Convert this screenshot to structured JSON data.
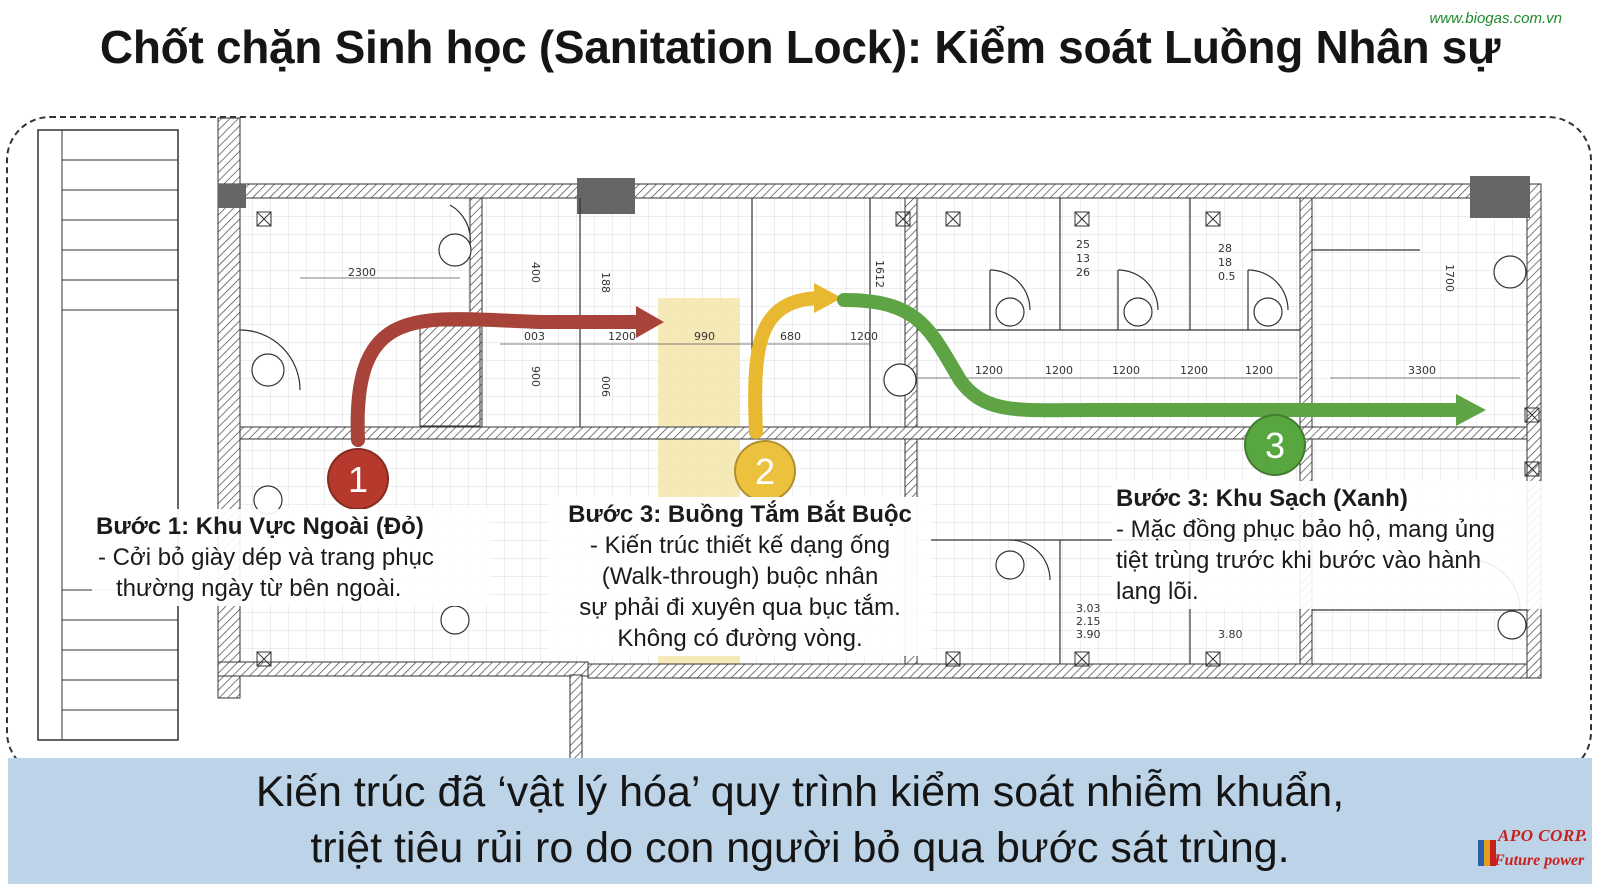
{
  "title": "Chốt chặn Sinh học (Sanitation Lock): Kiểm soát Luồng Nhân sự",
  "website": "www.biogas.com.vn",
  "plan_dimensions": [
    "2300",
    "400",
    "188",
    "1612",
    "003",
    "1200",
    "990",
    "680",
    "1200",
    "900",
    "006",
    "1200",
    "1200",
    "1200",
    "1200",
    "1200",
    "3300",
    "1700",
    "25",
    "13",
    "26",
    "28",
    "18",
    "0.5",
    "3.90",
    "3.80",
    "3.03",
    "2.15"
  ],
  "markers": [
    {
      "number": "1",
      "color": "#b5392d"
    },
    {
      "number": "2",
      "color": "#ecc13e"
    },
    {
      "number": "3",
      "color": "#58a640"
    }
  ],
  "arrows": [
    {
      "color": "#a8433a",
      "from": "1"
    },
    {
      "color": "#e8b830",
      "from": "2"
    },
    {
      "color": "#5fa444",
      "from": "3"
    }
  ],
  "steps": [
    {
      "heading": "Bước 1: Khu Vực Ngoài (Đỏ)",
      "lines": [
        "- Cởi bỏ giày dép và trang phục",
        "thường ngày từ bên ngoài."
      ]
    },
    {
      "heading": "Bước 3: Buồng Tắm Bắt Buộc",
      "lines": [
        "- Kiến trúc thiết kế dạng ống",
        "(Walk-through) buộc nhân",
        "sự phải đi xuyên qua bục tắm.",
        "Không có đường vòng."
      ]
    },
    {
      "heading": "Bước 3: Khu Sạch (Xanh)",
      "lines": [
        "- Mặc đồng phục bảo hộ, mang ủng",
        "tiệt trùng trước khi bước vào hành",
        "lang lõi."
      ]
    }
  ],
  "banner": {
    "line1": "Kiến trúc đã ‘vật lý hóa’ quy trình kiểm soát nhiễm khuẩn,",
    "line2": "triệt tiêu rủi ro do con người bỏ qua bước sát trùng."
  },
  "logo": {
    "name": "APO CORP.",
    "tagline": "Future power",
    "colors": [
      "#2a5fb0",
      "#e0a020",
      "#c8201e"
    ]
  },
  "colors": {
    "red_zone": "#b5392d",
    "shower_zone": "#f5e7b0",
    "clean_zone": "#58a640",
    "banner": "#bdd3e8"
  }
}
